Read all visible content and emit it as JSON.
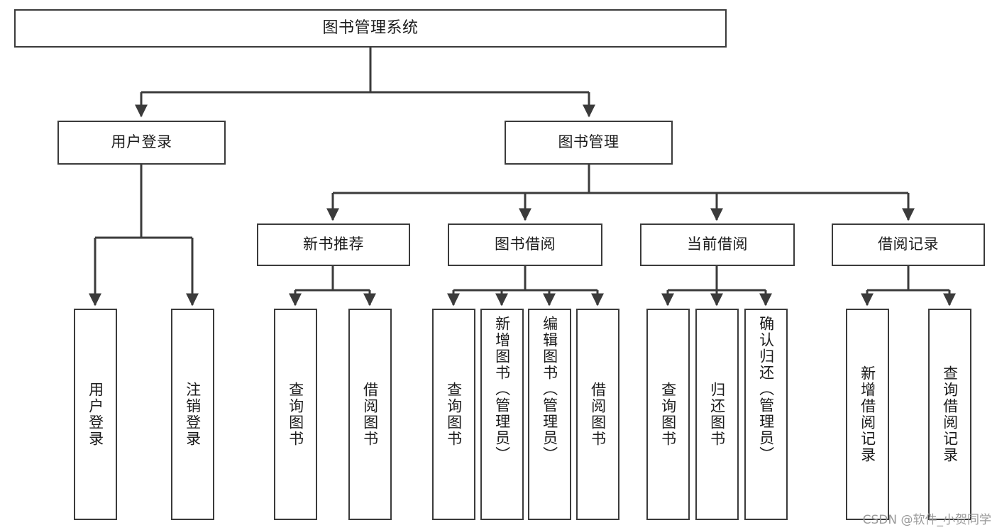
{
  "diagram": {
    "title": "图书管理系统",
    "root": {
      "label": "图书管理系统"
    },
    "level2": [
      {
        "label": "用户登录"
      },
      {
        "label": "图书管理"
      }
    ],
    "level3": [
      {
        "label": "新书推荐"
      },
      {
        "label": "图书借阅"
      },
      {
        "label": "当前借阅"
      },
      {
        "label": "借阅记录"
      }
    ],
    "leaves": {
      "user_login": [
        {
          "label": "用户登录"
        },
        {
          "label": "注销登录"
        }
      ],
      "new_book": [
        {
          "label": "查询图书"
        },
        {
          "label": "借阅图书"
        }
      ],
      "borrow_book": [
        {
          "label": "查询图书"
        },
        {
          "label": "新增图书（管理员）"
        },
        {
          "label": "编辑图书（管理员）"
        },
        {
          "label": "借阅图书"
        }
      ],
      "current_borrow": [
        {
          "label": "查询图书"
        },
        {
          "label": "归还图书"
        },
        {
          "label": "确认归还（管理员）"
        }
      ],
      "borrow_record": [
        {
          "label": "新增借阅记录"
        },
        {
          "label": "查询借阅记录"
        }
      ]
    }
  },
  "watermark": {
    "text": "CSDN @软件_小贺同学"
  },
  "colors": {
    "stroke": "#3b3b3b",
    "background": "#ffffff",
    "text": "#1b1b1b",
    "watermark": "#9a9a9a"
  }
}
